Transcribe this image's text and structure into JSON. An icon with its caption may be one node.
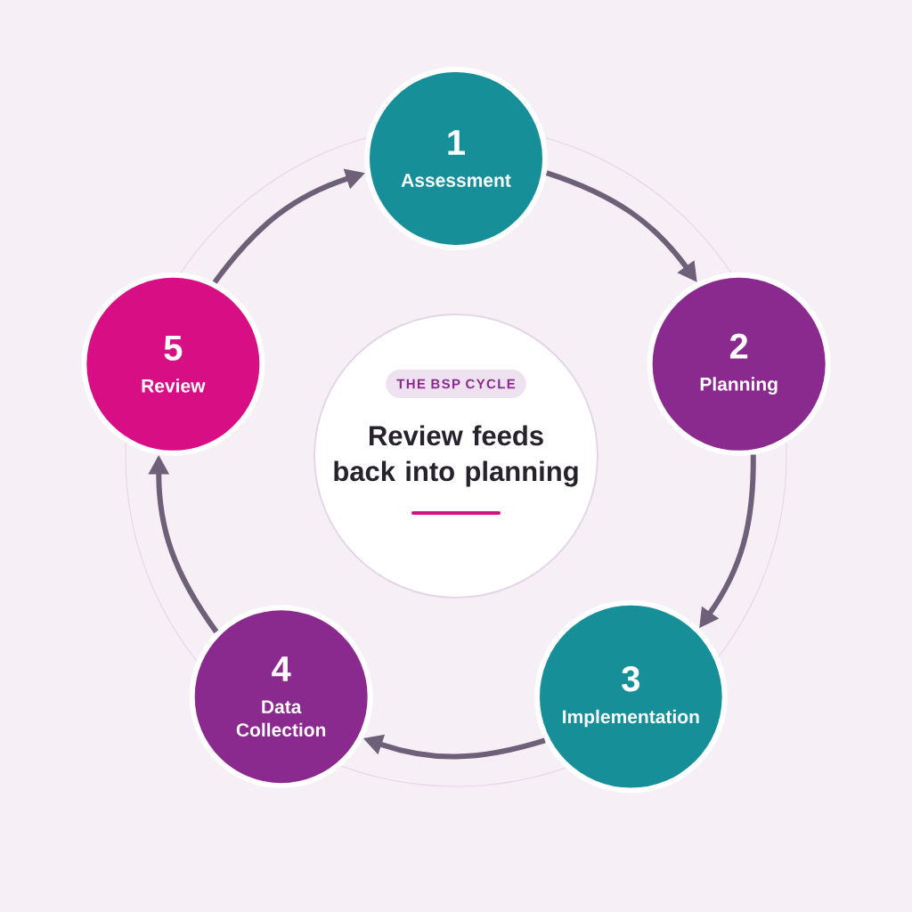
{
  "diagram": {
    "nodes": [
      {
        "text": [
          "1",
          "Assessment"
        ]
      },
      {
        "text": [
          "2",
          "Planning"
        ]
      },
      {
        "text": [
          "3",
          "Implementation"
        ]
      },
      {
        "text": [
          "4",
          "Data Collection"
        ]
      },
      {
        "text": [
          "5",
          "Review"
        ]
      },
      {
        "text": [
          "Review feeds back into planning"
        ]
      },
      {
        "text": [
          "THE BSP CYCLE"
        ],
        "in": 5
      }
    ],
    "edges": [
      {
        "from": 0,
        "to": 1,
        "arrow": "to"
      },
      {
        "from": 1,
        "to": 2,
        "arrow": "to"
      },
      {
        "from": 2,
        "to": 3,
        "arrow": "to"
      },
      {
        "from": 3,
        "to": 4,
        "arrow": "to"
      },
      {
        "from": 4,
        "to": 0,
        "arrow": "to"
      }
    ]
  }
}
